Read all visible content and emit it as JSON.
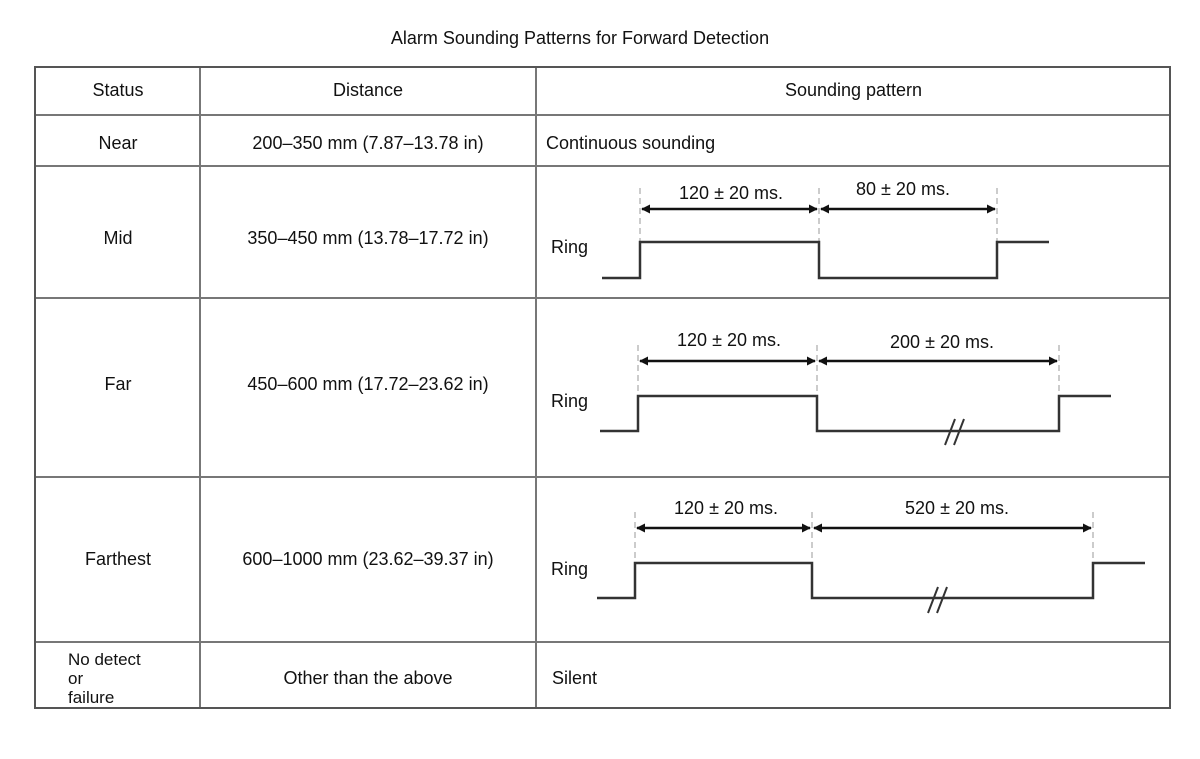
{
  "title": "Alarm Sounding Patterns for Forward Detection",
  "headers": {
    "status": "Status",
    "distance": "Distance",
    "pattern": "Sounding pattern"
  },
  "rows": [
    {
      "status": "Near",
      "distance": "200–350 mm (7.87–13.78 in)",
      "pattern": "Continuous sounding"
    },
    {
      "status": "Mid",
      "distance": "350–450 mm (13.78–17.72 in)",
      "pattern_label": "Ring",
      "on_duration": "120 ± 20 ms.",
      "off_duration": "80 ± 20 ms."
    },
    {
      "status": "Far",
      "distance": "450–600 mm (17.72–23.62 in)",
      "pattern_label": "Ring",
      "on_duration": "120 ± 20 ms.",
      "off_duration": "200 ± 20 ms."
    },
    {
      "status": "Farthest",
      "distance": "600–1000 mm (23.62–39.37 in)",
      "pattern_label": "Ring",
      "on_duration": "120 ± 20 ms.",
      "off_duration": "520 ± 20 ms."
    },
    {
      "status_lines": [
        "No detect",
        "or",
        "failure"
      ],
      "distance": "Other than the above",
      "pattern": "Silent"
    }
  ]
}
